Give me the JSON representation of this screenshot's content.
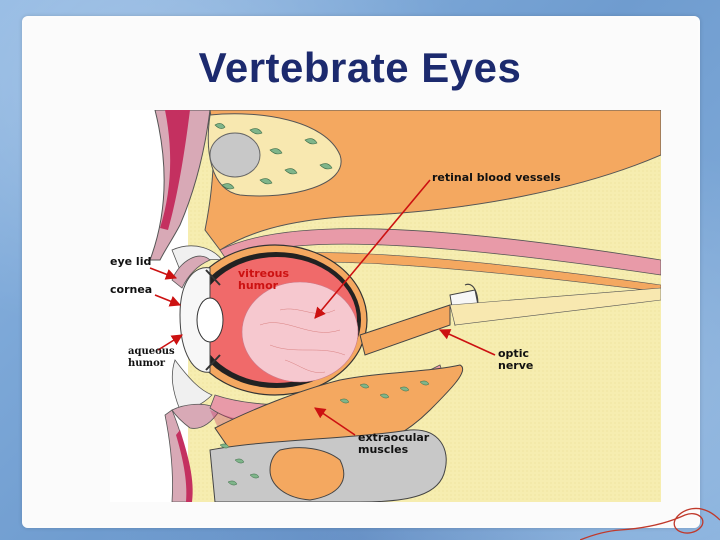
{
  "slide": {
    "title": "Vertebrate Eyes"
  },
  "diagram": {
    "labels": {
      "retinal_blood_vessels": "retinal blood vessels",
      "eye_lid": "eye lid",
      "cornea": "cornea",
      "vitreous_humor_line1": "vitreous",
      "vitreous_humor_line2": "humor",
      "aqueous_humor_line1": "aqueous",
      "aqueous_humor_line2": "humor",
      "optic_nerve_line1": "optic",
      "optic_nerve_line2": "nerve",
      "extraocular_muscles_line1": "extraocular",
      "extraocular_muscles_line2": "muscles"
    },
    "colors": {
      "background": "#f6edb0",
      "bone": "#f4a860",
      "vitreous": "#f06a6a",
      "lens_pink": "#f6c8cf",
      "muscle": "#e89aa8",
      "skin_dark": "#c43060",
      "arrow": "#cc1111"
    }
  }
}
